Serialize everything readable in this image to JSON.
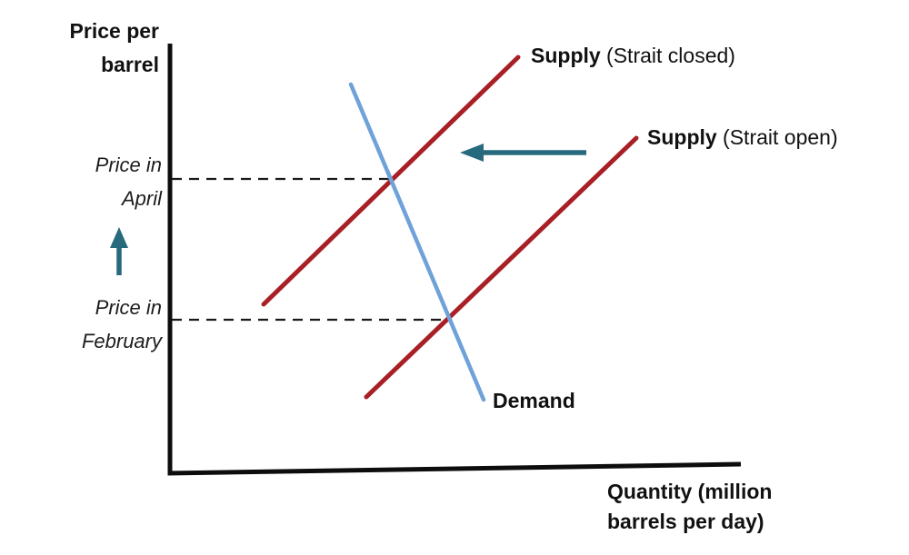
{
  "y_axis_title": {
    "line1": "Price per",
    "line2": "barrel"
  },
  "x_axis_title": {
    "line1": "Quantity (million",
    "line2": "barrels per day)"
  },
  "labels": {
    "supply_closed_bold": "Supply",
    "supply_closed_rest": " (Strait closed)",
    "supply_open_bold": "Supply",
    "supply_open_rest": " (Strait open)",
    "demand": "Demand",
    "price_april_line1": "Price in",
    "price_april_line2": "April",
    "price_feb_line1": "Price in",
    "price_feb_line2": "February"
  },
  "colors": {
    "supply": "#A82025",
    "demand": "#6EA2D9",
    "arrow": "#27697D",
    "axis": "#0d0d0d",
    "dashed": "#1a1a1a"
  },
  "chart_data": {
    "type": "line",
    "title": "",
    "xlabel": "Quantity (million barrels per day)",
    "ylabel": "Price per barrel",
    "axes_numeric": false,
    "grid": false,
    "legend_position": "inline-labels",
    "series": [
      {
        "name": "Supply (Strait closed)",
        "color": "#A82025",
        "points_rel_x": [
          16,
          61
        ],
        "points_rel_y": [
          39,
          97
        ]
      },
      {
        "name": "Supply (Strait open)",
        "color": "#A82025",
        "points_rel_x": [
          34,
          82
        ],
        "points_rel_y": [
          18,
          78
        ]
      },
      {
        "name": "Demand",
        "color": "#6EA2D9",
        "points_rel_x": [
          32,
          55
        ],
        "points_rel_y": [
          90,
          17
        ]
      }
    ],
    "annotations": [
      {
        "text": "Price in April",
        "type": "dashed-price-level",
        "rel_y": 68,
        "meaning": "equilibrium price with Supply (Strait closed) × Demand"
      },
      {
        "text": "Price in February",
        "type": "dashed-price-level",
        "rel_y": 36,
        "meaning": "equilibrium price with Supply (Strait open) × Demand"
      },
      {
        "type": "arrow-left",
        "color": "#27697D",
        "meaning": "supply curve shifts left when strait closes"
      },
      {
        "type": "arrow-up",
        "color": "#27697D",
        "meaning": "price rises from February to April"
      }
    ]
  }
}
